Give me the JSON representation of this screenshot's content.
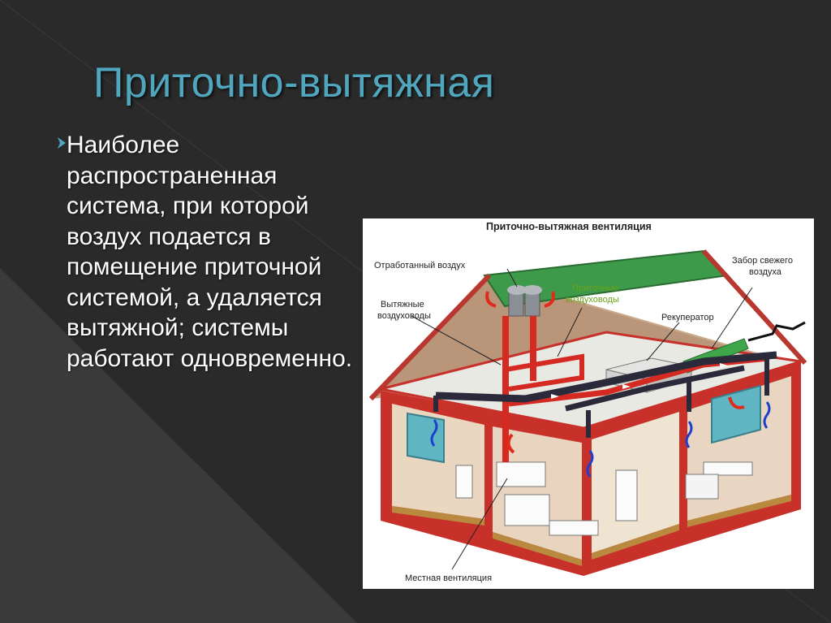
{
  "slide": {
    "title": "Приточно-вытяжная",
    "body": "Наиболее распространенная система, при которой воздух подается в помещение приточной системой, а удаляется вытяжной; системы работают одновременно."
  },
  "diagram": {
    "title": "Приточно-вытяжная вентиляция",
    "labels": {
      "exhaust_air": "Отработанный воздух",
      "fresh_air_1": "Забор свежего",
      "fresh_air_2": "воздуха",
      "exhaust_ducts_1": "Вытяжные",
      "exhaust_ducts_2": "воздуховоды",
      "supply_ducts_1": "Приточные",
      "supply_ducts_2": "воздуховоды",
      "recuperator": "Рекуператор",
      "local_vent": "Местная вентиляция"
    }
  },
  "colors": {
    "background": "#2f2f2f",
    "title": "#4fa6bd",
    "house_wall": "#c8302a",
    "supply_duct": "#d42a22",
    "exhaust_duct": "#2a2a3a",
    "roof": "#3d9a4a",
    "window": "#5fb6c2"
  }
}
